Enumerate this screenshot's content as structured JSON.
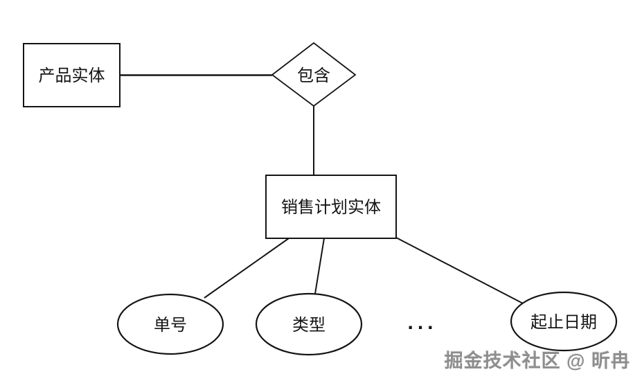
{
  "diagram": {
    "type": "er-diagram",
    "nodes": {
      "product_entity": {
        "label": "产品实体",
        "shape": "rectangle",
        "role": "entity"
      },
      "contains": {
        "label": "包含",
        "shape": "diamond",
        "role": "relationship"
      },
      "sales_plan_entity": {
        "label": "销售计划实体",
        "shape": "rectangle",
        "role": "entity"
      },
      "order_no": {
        "label": "单号",
        "shape": "ellipse",
        "role": "attribute"
      },
      "type": {
        "label": "类型",
        "shape": "ellipse",
        "role": "attribute"
      },
      "more_attrs": {
        "label": "...",
        "shape": "none",
        "role": "ellipsis"
      },
      "date_range": {
        "label": "起止日期",
        "shape": "ellipse",
        "role": "attribute"
      }
    },
    "edges": [
      {
        "from": "product_entity",
        "to": "contains"
      },
      {
        "from": "contains",
        "to": "sales_plan_entity"
      },
      {
        "from": "sales_plan_entity",
        "to": "order_no"
      },
      {
        "from": "sales_plan_entity",
        "to": "type"
      },
      {
        "from": "sales_plan_entity",
        "to": "date_range"
      }
    ],
    "colors": {
      "stroke": "#141414",
      "background": "#ffffff",
      "watermark": "#8d8d8d"
    }
  },
  "watermark": {
    "text": "掘金技术社区 @ 昕冉"
  }
}
